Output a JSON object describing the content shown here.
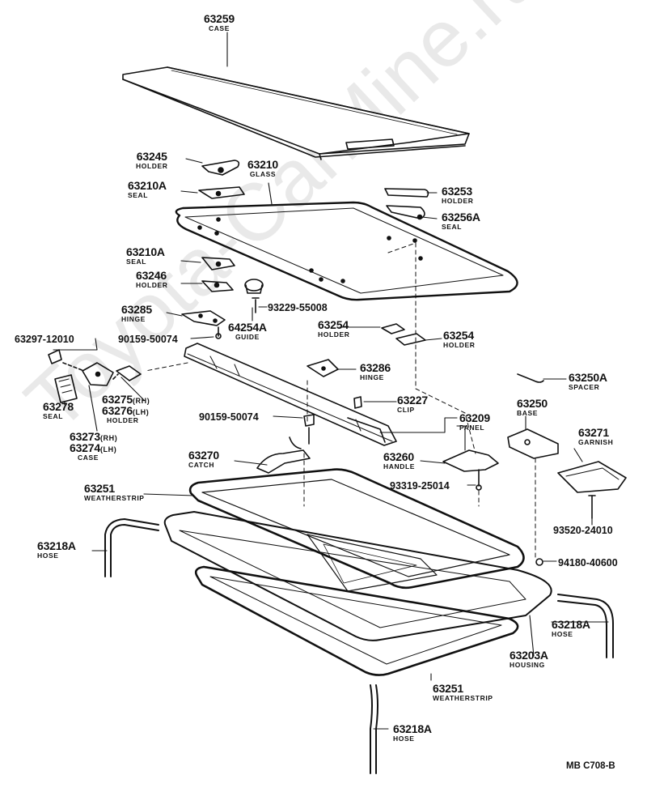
{
  "diagram_code": "MB C708-B",
  "watermark": "Toyota-CarMine.ru",
  "parts": {
    "p63259": {
      "number": "63259",
      "name": "CASE"
    },
    "p63245": {
      "number": "63245",
      "name": "HOLDER"
    },
    "p63210": {
      "number": "63210",
      "name": "GLASS"
    },
    "p63210A_top": {
      "number": "63210A",
      "name": "SEAL"
    },
    "p63253": {
      "number": "63253",
      "name": "HOLDER"
    },
    "p63256A": {
      "number": "63256A",
      "name": "SEAL"
    },
    "p63210A_mid": {
      "number": "63210A",
      "name": "SEAL"
    },
    "p63246": {
      "number": "63246",
      "name": "HOLDER"
    },
    "p93229": {
      "number": "93229-55008"
    },
    "p63285": {
      "number": "63285",
      "name": "HINGE"
    },
    "p64254A": {
      "number": "64254A",
      "name": "GUIDE"
    },
    "p90159_a": {
      "number": "90159-50074"
    },
    "p63297": {
      "number": "63297-12010"
    },
    "p63254_a": {
      "number": "63254",
      "name": "HOLDER"
    },
    "p63254_b": {
      "number": "63254",
      "name": "HOLDER"
    },
    "p63250A": {
      "number": "63250A",
      "name": "SPACER"
    },
    "p63286": {
      "number": "63286",
      "name": "HINGE"
    },
    "p63278": {
      "number": "63278",
      "name": "SEAL"
    },
    "p63275": {
      "number": "63275",
      "suffix": "(RH)"
    },
    "p63276": {
      "number": "63276",
      "suffix": "(LH)",
      "name": "HOLDER"
    },
    "p63227": {
      "number": "63227",
      "name": "CLIP"
    },
    "p63250": {
      "number": "63250",
      "name": "BASE"
    },
    "p63273": {
      "number": "63273",
      "suffix": "(RH)"
    },
    "p63274": {
      "number": "63274",
      "suffix": "(LH)",
      "name": "CASE"
    },
    "p90159_b": {
      "number": "90159-50074"
    },
    "p63209": {
      "number": "63209",
      "name": "PANEL"
    },
    "p63271": {
      "number": "63271",
      "name": "GARNISH"
    },
    "p63270": {
      "number": "63270",
      "name": "CATCH"
    },
    "p63260": {
      "number": "63260",
      "name": "HANDLE"
    },
    "p93319": {
      "number": "93319-25014"
    },
    "p63251_top": {
      "number": "63251",
      "name": "WEATHERSTRIP"
    },
    "p93520": {
      "number": "93520-24010"
    },
    "p63218A_left": {
      "number": "63218A",
      "name": "HOSE"
    },
    "p94180": {
      "number": "94180-40600"
    },
    "p63218A_right": {
      "number": "63218A",
      "name": "HOSE"
    },
    "p63203A": {
      "number": "63203A",
      "name": "HOUSING"
    },
    "p63251_bottom": {
      "number": "63251",
      "name": "WEATHERSTRIP"
    },
    "p63218A_bottom": {
      "number": "63218A",
      "name": "HOSE"
    }
  }
}
